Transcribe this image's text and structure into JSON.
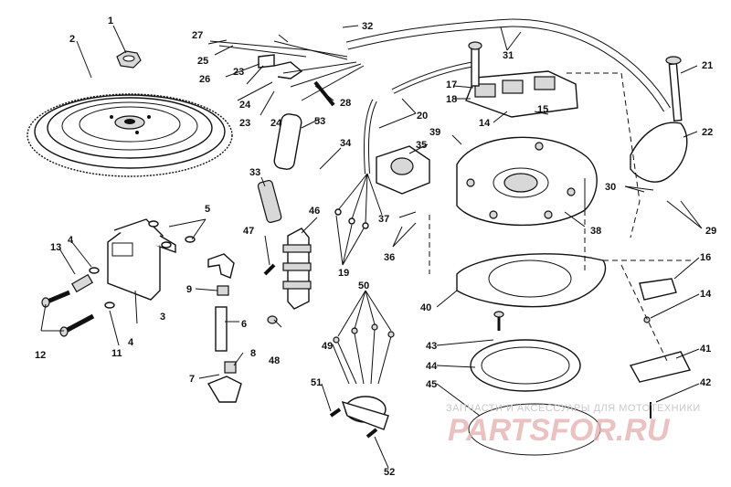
{
  "watermark": {
    "line1": "ЗАПЧАСТИ И АКСЕССУАРЫ ДЛЯ МОТОТЕХНИКИ",
    "line2": "PARTSFOR.RU"
  },
  "callouts": [
    "1",
    "2",
    "3",
    "4",
    "4",
    "5",
    "6",
    "7",
    "8",
    "9",
    "11",
    "12",
    "13",
    "14",
    "14",
    "15",
    "16",
    "17",
    "18",
    "19",
    "20",
    "21",
    "22",
    "23",
    "23",
    "24",
    "24",
    "25",
    "26",
    "27",
    "28",
    "29",
    "30",
    "31",
    "32",
    "33",
    "34",
    "35",
    "36",
    "37",
    "38",
    "39",
    "40",
    "41",
    "42",
    "43",
    "44",
    "45",
    "46",
    "47",
    "48",
    "49",
    "50",
    "51",
    "52",
    "53"
  ]
}
